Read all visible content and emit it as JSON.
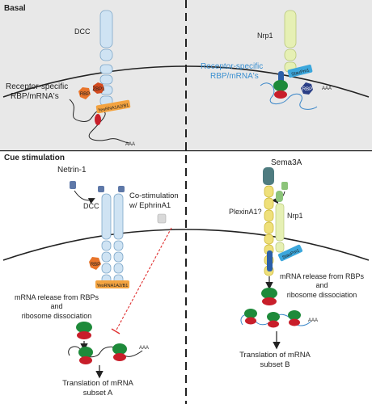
{
  "panels": {
    "basal": {
      "title": "Basal",
      "left": {
        "receptor": "DCC",
        "caption_line1": "Receptor-specific",
        "caption_line2": "RBP/mRNA's",
        "rbp_label": "RBP",
        "kinase_label": "ZBP1",
        "tag_label": "YesRNA1A2/B1",
        "polya": "AAA"
      },
      "right": {
        "receptor": "Nrp1",
        "caption_line1": "Receptor-specific",
        "caption_line2": "RBP/mRNA's",
        "rbp_label": "RBP",
        "tag_label": "StauPm1",
        "polya": "AAA"
      }
    },
    "cue": {
      "title": "Cue stimulation",
      "left": {
        "ligand": "Netrin-1",
        "receptor": "DCC",
        "costim_line1": "Co-stimulation",
        "costim_line2": "w/ EphrinA1",
        "rbp_label": "RBP",
        "tag_label": "YesRNA1A2/B1",
        "release_line1": "mRNA release from RBPs",
        "release_line2": "and",
        "release_line3": "ribosome dissociation",
        "polya": "AAA",
        "result_line1": "Translation of mRNA",
        "result_line2": "subset A"
      },
      "right": {
        "ligand": "Sema3A",
        "receptor_a": "PlexinA1?",
        "receptor_b": "Nrp1",
        "tag_label": "StauPm1",
        "release_line1": "mRNA release from RBPs",
        "release_line2": "and",
        "release_line3": "ribosome dissociation",
        "polya": "AAA",
        "result_line1": "Translation of mRNA",
        "result_line2": "subset B"
      }
    }
  },
  "colors": {
    "top_background": "#e8e8e8",
    "receptor": "#cfe3f3",
    "receptor_stroke": "#7ea7c9",
    "nrp1": "#e6f0b4",
    "plexin": "#efe07a",
    "plexin_stroke": "#c9b430",
    "ribosome_green": "#1e8a3a",
    "ribosome_red": "#c81e2a",
    "rbp_orange": "#e8742a",
    "tag_orange": "#f3a340",
    "tag_blue": "#3ca7dc",
    "ligand_blue": "#5e78a8",
    "sema_teal": "#4f7c80",
    "sema_green": "#8cc47a",
    "kinase_navy": "#2b3f86",
    "mrna_line": "#222222",
    "mrna_blue": "#3a86c8",
    "caption_blue": "#3a8fd0",
    "inhibition_red": "#e03030"
  }
}
